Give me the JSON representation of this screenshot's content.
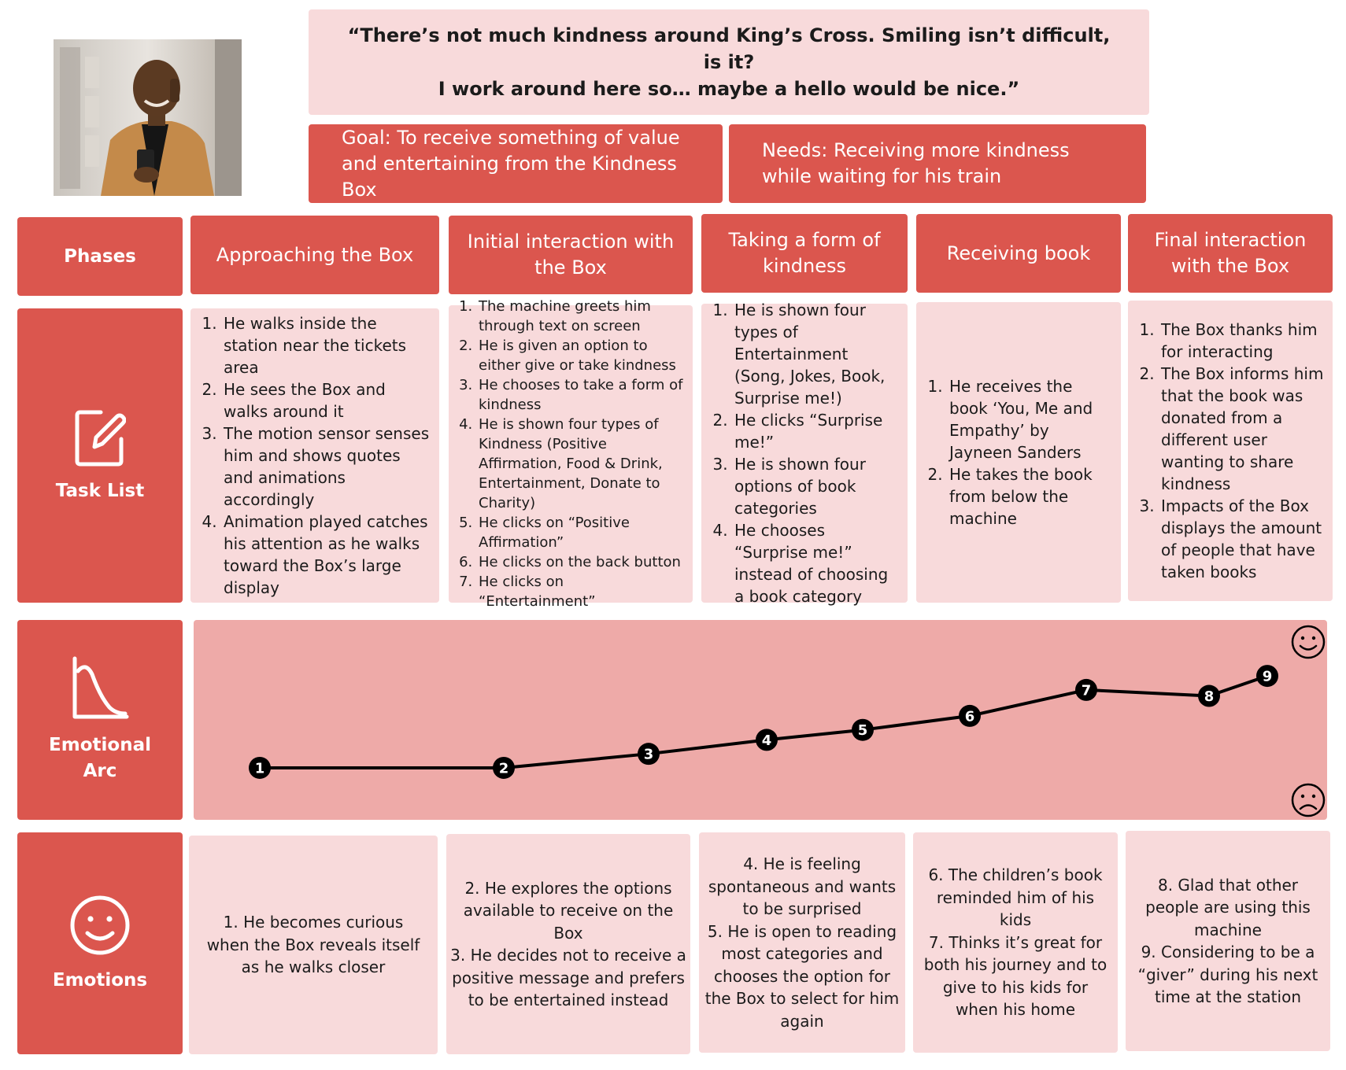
{
  "header": {
    "quote_line1": "“There’s not much kindness around King’s Cross. Smiling isn’t difficult, is it?",
    "quote_line2": "I work around here so… maybe a hello would be nice.”",
    "goal": "Goal:  To receive something of value and entertaining from the Kindness Box",
    "needs": "Needs: Receiving more kindness while waiting for his train"
  },
  "rows": {
    "phases": "Phases",
    "tasks": "Task List",
    "arc_line1": "Emotional",
    "arc_line2": "Arc",
    "emotions": "Emotions"
  },
  "phases": [
    "Approaching the Box",
    "Initial interaction with the Box",
    "Taking a form of kindness",
    "Receiving book",
    "Final interaction with the Box"
  ],
  "tasks": [
    [
      "He walks inside the station near the tickets area",
      "He sees the Box and walks around it",
      "The motion sensor senses him and shows quotes and animations accordingly",
      "Animation played catches his attention as he walks toward the Box’s large display"
    ],
    [
      "The machine greets him through text on screen",
      "He is given an option to either give or take kindness",
      "He chooses to take a form of kindness",
      "He is shown four types of Kindness (Positive Affirmation, Food & Drink, Entertainment, Donate to Charity)",
      "He clicks on “Positive Affirmation”",
      "He clicks on the back button",
      "He clicks on “Entertainment”"
    ],
    [
      "He is shown four types of Entertainment (Song, Jokes, Book, Surprise me!)",
      "He clicks “Surprise me!”",
      "He is shown four options of book categories",
      "He chooses “Surprise me!” instead of choosing a book category"
    ],
    [
      "He receives the book ‘You, Me and Empathy’ by Jayneen Sanders",
      "He takes the book from below the machine"
    ],
    [
      "The Box thanks him for interacting",
      "The Box informs him that the book was donated from a different user wanting to share kindness",
      "Impacts of the Box displays the amount of people that have taken books"
    ]
  ],
  "emotions": [
    [
      "1. He becomes curious when the Box reveals itself as he walks closer"
    ],
    [
      "2. He explores the options available to receive on the Box",
      "3. He decides not to receive a positive message and prefers to be entertained instead"
    ],
    [
      "4. He is feeling spontaneous and wants to be surprised",
      "5. He is open to reading most categories and chooses the option for the Box to select for him again"
    ],
    [
      "6. The children’s book reminded him of his kids",
      "7. Thinks it’s great for both his journey and to give to his kids for when his home"
    ],
    [
      "8. Glad that other people are using this machine",
      "9. Considering to be a “giver” during his next time at the station"
    ]
  ],
  "colors": {
    "accent": "#db564e",
    "panel": "#f8dadb",
    "arc_panel": "#eeaaa8",
    "line": "#000000"
  },
  "chart_data": {
    "type": "line",
    "x": [
      "1",
      "2",
      "3",
      "4",
      "5",
      "6",
      "7",
      "8",
      "9"
    ],
    "values": [
      0.26,
      0.26,
      0.33,
      0.4,
      0.45,
      0.52,
      0.65,
      0.62,
      0.72
    ],
    "ylim": [
      0,
      1
    ],
    "grid": false,
    "legend": "none",
    "top_marker": "smiley-face-icon",
    "bottom_marker": "sad-face-icon"
  }
}
